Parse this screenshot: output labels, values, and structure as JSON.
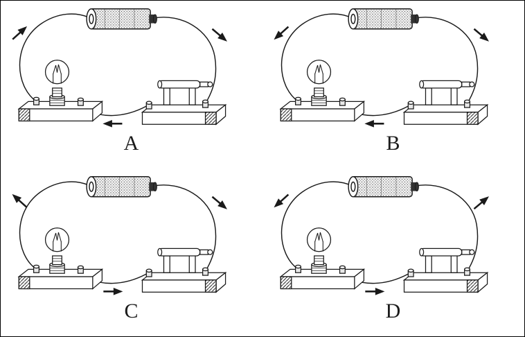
{
  "figure": {
    "ink_color": "#1a1a1a",
    "paper_color": "#ffffff",
    "description": "Four identical simple circuits (dry cell, light bulb on wooden base, knife switch on wooden base, connecting wires) showing different assumed current directions",
    "components": [
      "battery-cell",
      "light-bulb-on-base",
      "knife-switch-on-base",
      "connecting-wires",
      "current-direction-arrows"
    ],
    "panels": [
      {
        "label": "A",
        "arrows": {
          "left": {
            "direction": "up-right-toward-battery",
            "angle": -42
          },
          "right": {
            "direction": "down-right-toward-switch",
            "angle": 40
          },
          "bottom": {
            "direction": "left",
            "angle": 180
          }
        }
      },
      {
        "label": "B",
        "arrows": {
          "left": {
            "direction": "down-left-away-from-battery",
            "angle": 138
          },
          "right": {
            "direction": "down-right-toward-switch",
            "angle": 40
          },
          "bottom": {
            "direction": "left",
            "angle": 180
          }
        }
      },
      {
        "label": "C",
        "arrows": {
          "left": {
            "direction": "up-left-toward-battery",
            "angle": -138
          },
          "right": {
            "direction": "down-right-toward-switch",
            "angle": 40
          },
          "bottom": {
            "direction": "right",
            "angle": 0
          }
        }
      },
      {
        "label": "D",
        "arrows": {
          "left": {
            "direction": "down-left-away-from-battery",
            "angle": 138
          },
          "right": {
            "direction": "up-right-toward-battery",
            "angle": -40
          },
          "bottom": {
            "direction": "right",
            "angle": 0
          }
        }
      }
    ]
  }
}
